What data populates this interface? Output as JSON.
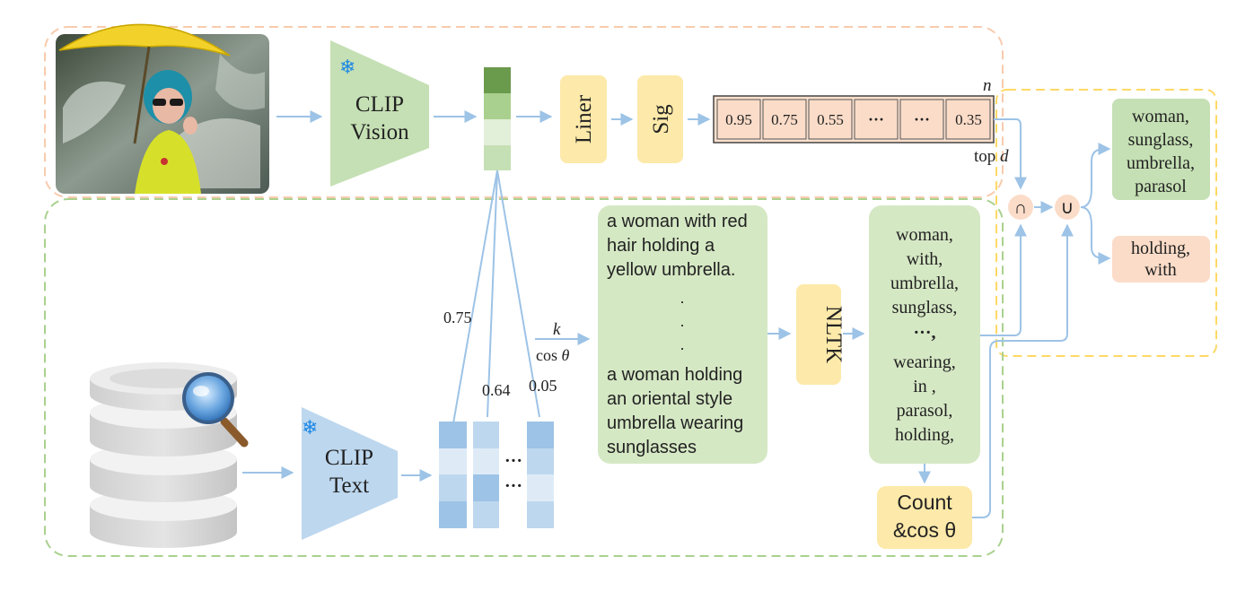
{
  "clip_vision": {
    "line1": "CLIP",
    "line2": "Vision"
  },
  "clip_text": {
    "line1": "CLIP",
    "line2": "Text"
  },
  "liner": {
    "label": "Liner"
  },
  "sig": {
    "label": "Sig"
  },
  "scores": {
    "cells": [
      "0.95",
      "0.75",
      "0.55",
      "···",
      "···",
      "0.35"
    ],
    "n_label": "n",
    "topd_prefix": "top ",
    "topd_var": "d"
  },
  "similarities": {
    "s1": "0.75",
    "s2": "0.64",
    "s3": "0.05"
  },
  "dots": {
    "d1": "···",
    "d2": "···"
  },
  "k_label": {
    "k": "k",
    "cos": "cos ",
    "theta": "θ"
  },
  "captions": {
    "first": [
      "a woman with red",
      "hair holding a",
      "yellow umbrella."
    ],
    "dots": [
      ".",
      ".",
      "."
    ],
    "second": [
      "a woman holding",
      "an oriental style",
      "umbrella wearing",
      "sunglasses"
    ]
  },
  "nltk": {
    "label": "NLTK"
  },
  "words": {
    "lines": [
      "woman,",
      "with,",
      "umbrella,",
      "sunglass,",
      "···,",
      "wearing,",
      "in ,",
      "parasol,",
      "holding,"
    ]
  },
  "count": {
    "line1": "Count",
    "line2": "&cos θ"
  },
  "ops": {
    "intersect": "∩",
    "union": "∪"
  },
  "output_selected": {
    "lines": [
      "woman,",
      "sunglass,",
      "umbrella,",
      "parasol"
    ]
  },
  "output_rejected": {
    "lines": [
      "holding,",
      "with"
    ]
  },
  "colors": {
    "green_fill": "#d5e8c4",
    "green_dark": "#6a9a4c",
    "green_mid": "#a9d08e",
    "yellow_fill": "#fde9a9",
    "peach_fill": "#fbdcc8",
    "blue_fill": "#bdd7ee",
    "blue_dark": "#9dc3e6",
    "arrow": "#9dc3e6",
    "dash_peach": "#f8cbad",
    "dash_green": "#a9d18e",
    "dash_yellow": "#ffd966"
  }
}
